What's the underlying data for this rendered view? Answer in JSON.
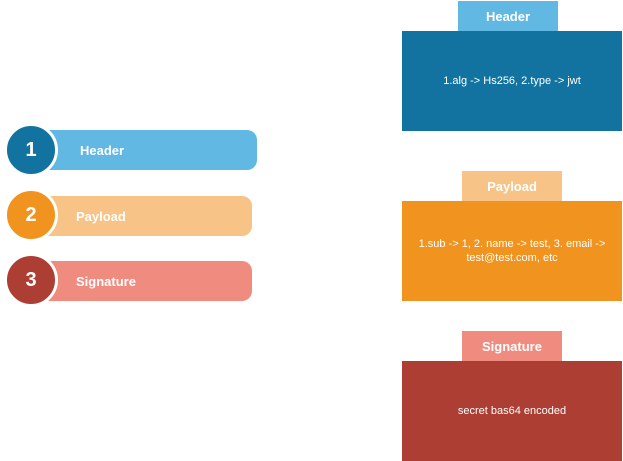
{
  "colors": {
    "header_light": "#61B8E2",
    "header_dark": "#1273A0",
    "payload_light": "#F7C387",
    "payload_dark": "#F0931F",
    "signature_light": "#F08B80",
    "signature_dark": "#AD3E33"
  },
  "steps": [
    {
      "number": "1",
      "label": "Header"
    },
    {
      "number": "2",
      "label": "Payload"
    },
    {
      "number": "3",
      "label": "Signature"
    }
  ],
  "parts": [
    {
      "title": "Header",
      "content": "1.alg -> Hs256, 2.type -> jwt"
    },
    {
      "title": "Payload",
      "content": "1.sub -> 1, 2. name -> test, 3. email -> test@test.com, etc"
    },
    {
      "title": "Signature",
      "content": "secret bas64 encoded"
    }
  ]
}
